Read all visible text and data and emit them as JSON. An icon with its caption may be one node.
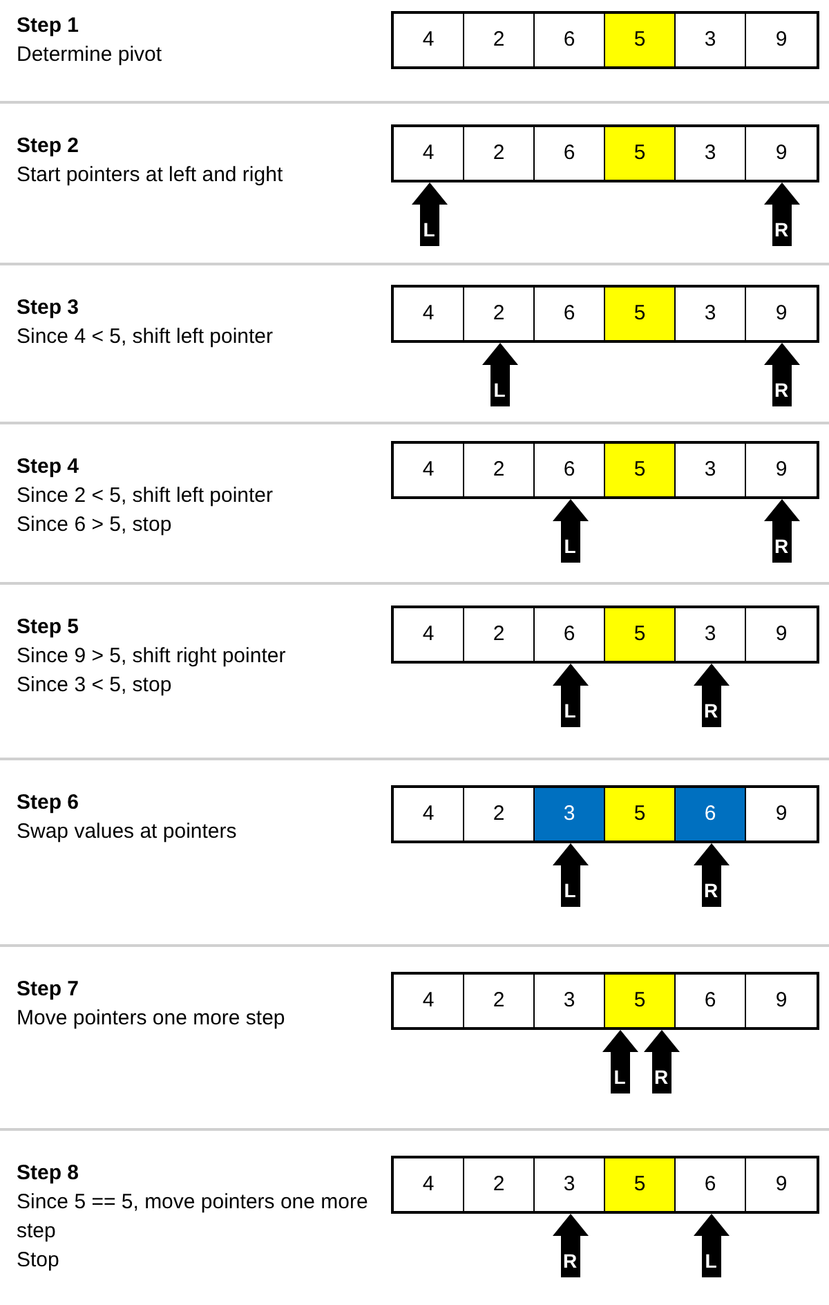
{
  "diagram": {
    "nodes": [
      {
        "text": [
          "4"
        ]
      },
      {
        "text": [
          "2"
        ]
      },
      {
        "text": [
          "6"
        ]
      },
      {
        "text": [
          "5"
        ]
      },
      {
        "text": [
          "3"
        ]
      },
      {
        "text": [
          "9"
        ]
      },
      {
        "text": [
          "4"
        ]
      },
      {
        "text": [
          "2"
        ]
      },
      {
        "text": [
          "6"
        ]
      },
      {
        "text": [
          "5"
        ]
      },
      {
        "text": [
          "3"
        ]
      },
      {
        "text": [
          "9"
        ]
      },
      {
        "text": [
          "L"
        ]
      },
      {
        "text": [
          "R"
        ]
      },
      {
        "text": [
          "4"
        ]
      },
      {
        "text": [
          "2"
        ]
      },
      {
        "text": [
          "6"
        ]
      },
      {
        "text": [
          "5"
        ]
      },
      {
        "text": [
          "3"
        ]
      },
      {
        "text": [
          "9"
        ]
      },
      {
        "text": [
          "L"
        ]
      },
      {
        "text": [
          "R"
        ]
      },
      {
        "text": [
          "4"
        ]
      },
      {
        "text": [
          "2"
        ]
      },
      {
        "text": [
          "6"
        ]
      },
      {
        "text": [
          "5"
        ]
      },
      {
        "text": [
          "3"
        ]
      },
      {
        "text": [
          "9"
        ]
      },
      {
        "text": [
          "L"
        ]
      },
      {
        "text": [
          "R"
        ]
      },
      {
        "text": [
          "4"
        ]
      },
      {
        "text": [
          "2"
        ]
      },
      {
        "text": [
          "6"
        ]
      },
      {
        "text": [
          "5"
        ]
      },
      {
        "text": [
          "3"
        ]
      },
      {
        "text": [
          "9"
        ]
      },
      {
        "text": [
          "L"
        ]
      },
      {
        "text": [
          "R"
        ]
      },
      {
        "text": [
          "4"
        ]
      },
      {
        "text": [
          "2"
        ]
      },
      {
        "text": [
          "3"
        ]
      },
      {
        "text": [
          "5"
        ]
      },
      {
        "text": [
          "6"
        ]
      },
      {
        "text": [
          "9"
        ]
      },
      {
        "text": [
          "L"
        ]
      },
      {
        "text": [
          "R"
        ]
      },
      {
        "text": [
          "4"
        ]
      },
      {
        "text": [
          "2"
        ]
      },
      {
        "text": [
          "3"
        ]
      },
      {
        "text": [
          "5"
        ]
      },
      {
        "text": [
          "6"
        ]
      },
      {
        "text": [
          "9"
        ]
      },
      {
        "text": [
          "L"
        ]
      },
      {
        "text": [
          "R"
        ]
      },
      {
        "text": [
          "4"
        ]
      },
      {
        "text": [
          "2"
        ]
      },
      {
        "text": [
          "3"
        ]
      },
      {
        "text": [
          "5"
        ]
      },
      {
        "text": [
          "6"
        ]
      },
      {
        "text": [
          "9"
        ]
      },
      {
        "text": [
          "R"
        ]
      },
      {
        "text": [
          "L"
        ]
      }
    ],
    "labels": [
      "Step 1",
      "Determine pivot",
      "Step 2",
      "Start pointers at left and right",
      "Step 3",
      "Since 4 < 5, shift left pointer",
      "Step 4",
      "Since 2 < 5, shift left pointer",
      "Since 6 > 5, stop",
      "Step 5",
      "Since 9 > 5, shift right pointer",
      "Since 3 < 5, stop",
      "Step 6",
      "Swap values at pointers",
      "Step 7",
      "Move pointers one more step",
      "Step 8",
      "Since 5 == 5, move pointers one more step",
      "Stop"
    ]
  }
}
